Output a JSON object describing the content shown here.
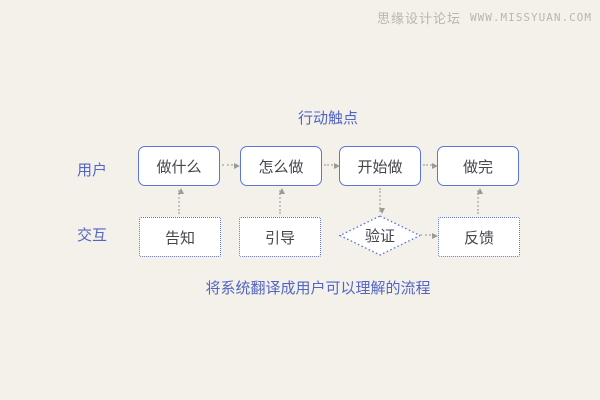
{
  "watermark": {
    "site_name": "思缘设计论坛",
    "url": "WWW.MISSYUAN.COM"
  },
  "diagram": {
    "title": "行动触点",
    "caption": "将系统翻译成用户可以理解的流程",
    "row_labels": {
      "user": "用户",
      "interaction": "交互"
    },
    "user_row": [
      {
        "label": "做什么",
        "shape": "rounded-rect-solid"
      },
      {
        "label": "怎么做",
        "shape": "rounded-rect-solid"
      },
      {
        "label": "开始做",
        "shape": "rounded-rect-solid"
      },
      {
        "label": "做完",
        "shape": "rounded-rect-solid"
      }
    ],
    "interaction_row": [
      {
        "label": "告知",
        "shape": "rect-dotted"
      },
      {
        "label": "引导",
        "shape": "rect-dotted"
      },
      {
        "label": "验证",
        "shape": "diamond-dotted"
      },
      {
        "label": "反馈",
        "shape": "rect-dotted"
      }
    ],
    "connections": [
      "做什么 → 怎么做",
      "怎么做 → 开始做",
      "开始做 → 做完",
      "告知 ↑ 做什么",
      "引导 ↑ 怎么做",
      "开始做 ↓ 验证",
      "验证 → 反馈",
      "反馈 ↑ 做完"
    ],
    "colors": {
      "background": "#f4f1ea",
      "accent_blue": "#5265c4",
      "border_blue": "#5b76d8",
      "node_bg": "#ffffff",
      "node_text": "#45454d",
      "arrow_dot": "#c3c2bd",
      "arrow_gray": "#9b9b98",
      "watermark_gray": "#bab6ad"
    }
  }
}
